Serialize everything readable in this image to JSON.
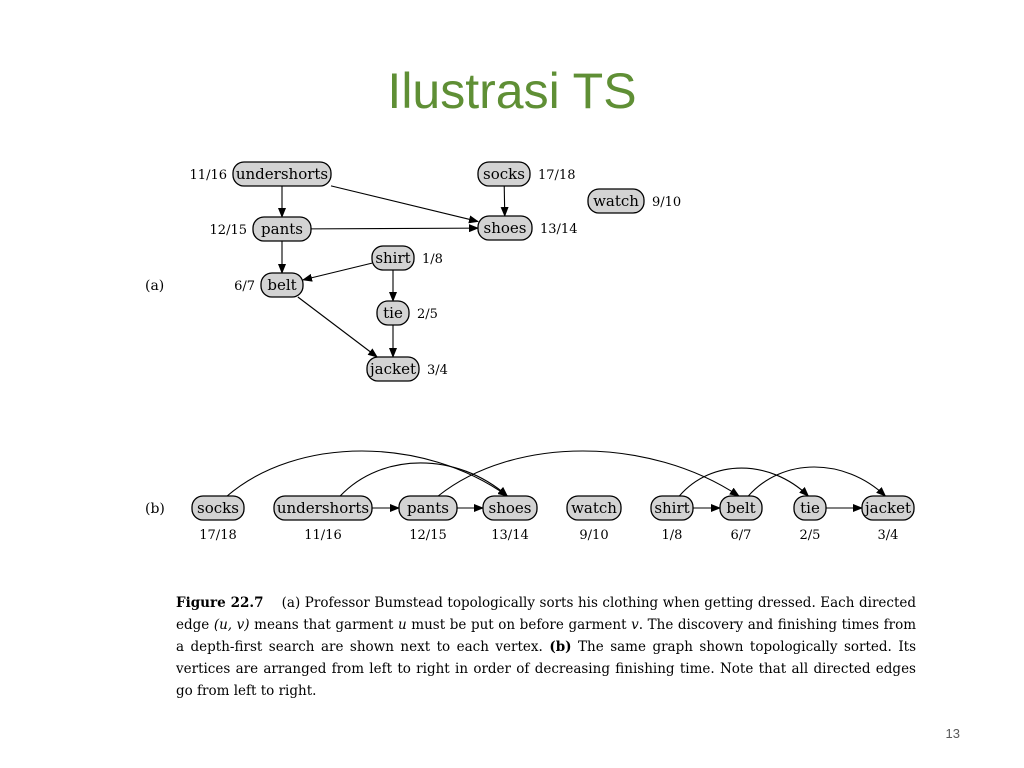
{
  "slide": {
    "title": "Ilustrasi TS",
    "page_number": "13"
  },
  "figure": {
    "part_a_label": "(a)",
    "part_b_label": "(b)",
    "vertices": {
      "undershorts": {
        "label": "undershorts",
        "times": "11/16"
      },
      "socks": {
        "label": "socks",
        "times": "17/18"
      },
      "watch": {
        "label": "watch",
        "times": "9/10"
      },
      "pants": {
        "label": "pants",
        "times": "12/15"
      },
      "shoes": {
        "label": "shoes",
        "times": "13/14"
      },
      "shirt": {
        "label": "shirt",
        "times": "1/8"
      },
      "belt": {
        "label": "belt",
        "times": "6/7"
      },
      "tie": {
        "label": "tie",
        "times": "2/5"
      },
      "jacket": {
        "label": "jacket",
        "times": "3/4"
      }
    },
    "edges": [
      [
        "undershorts",
        "pants"
      ],
      [
        "undershorts",
        "shoes"
      ],
      [
        "socks",
        "shoes"
      ],
      [
        "pants",
        "shoes"
      ],
      [
        "pants",
        "belt"
      ],
      [
        "shirt",
        "belt"
      ],
      [
        "shirt",
        "tie"
      ],
      [
        "tie",
        "jacket"
      ],
      [
        "belt",
        "jacket"
      ]
    ],
    "sorted_order": [
      "socks",
      "undershorts",
      "pants",
      "shoes",
      "watch",
      "shirt",
      "belt",
      "tie",
      "jacket"
    ]
  },
  "caption": {
    "figure_label": "Figure 22.7",
    "part_a": "(a)",
    "text_a": " Professor Bumstead topologically sorts his clothing when getting dressed. Each directed edge ",
    "edge_notation": "(u, v)",
    "text_a2": " means that garment ",
    "var_u": "u",
    "text_a3": " must be put on before garment ",
    "var_v": "v",
    "text_a4": ". The discovery and finishing times from a depth-first search are shown next to each vertex. ",
    "part_b": "(b)",
    "text_b": " The same graph shown topologically sorted. Its vertices are arranged from left to right in order of decreasing finishing time. Note that all directed edges go from left to right."
  }
}
